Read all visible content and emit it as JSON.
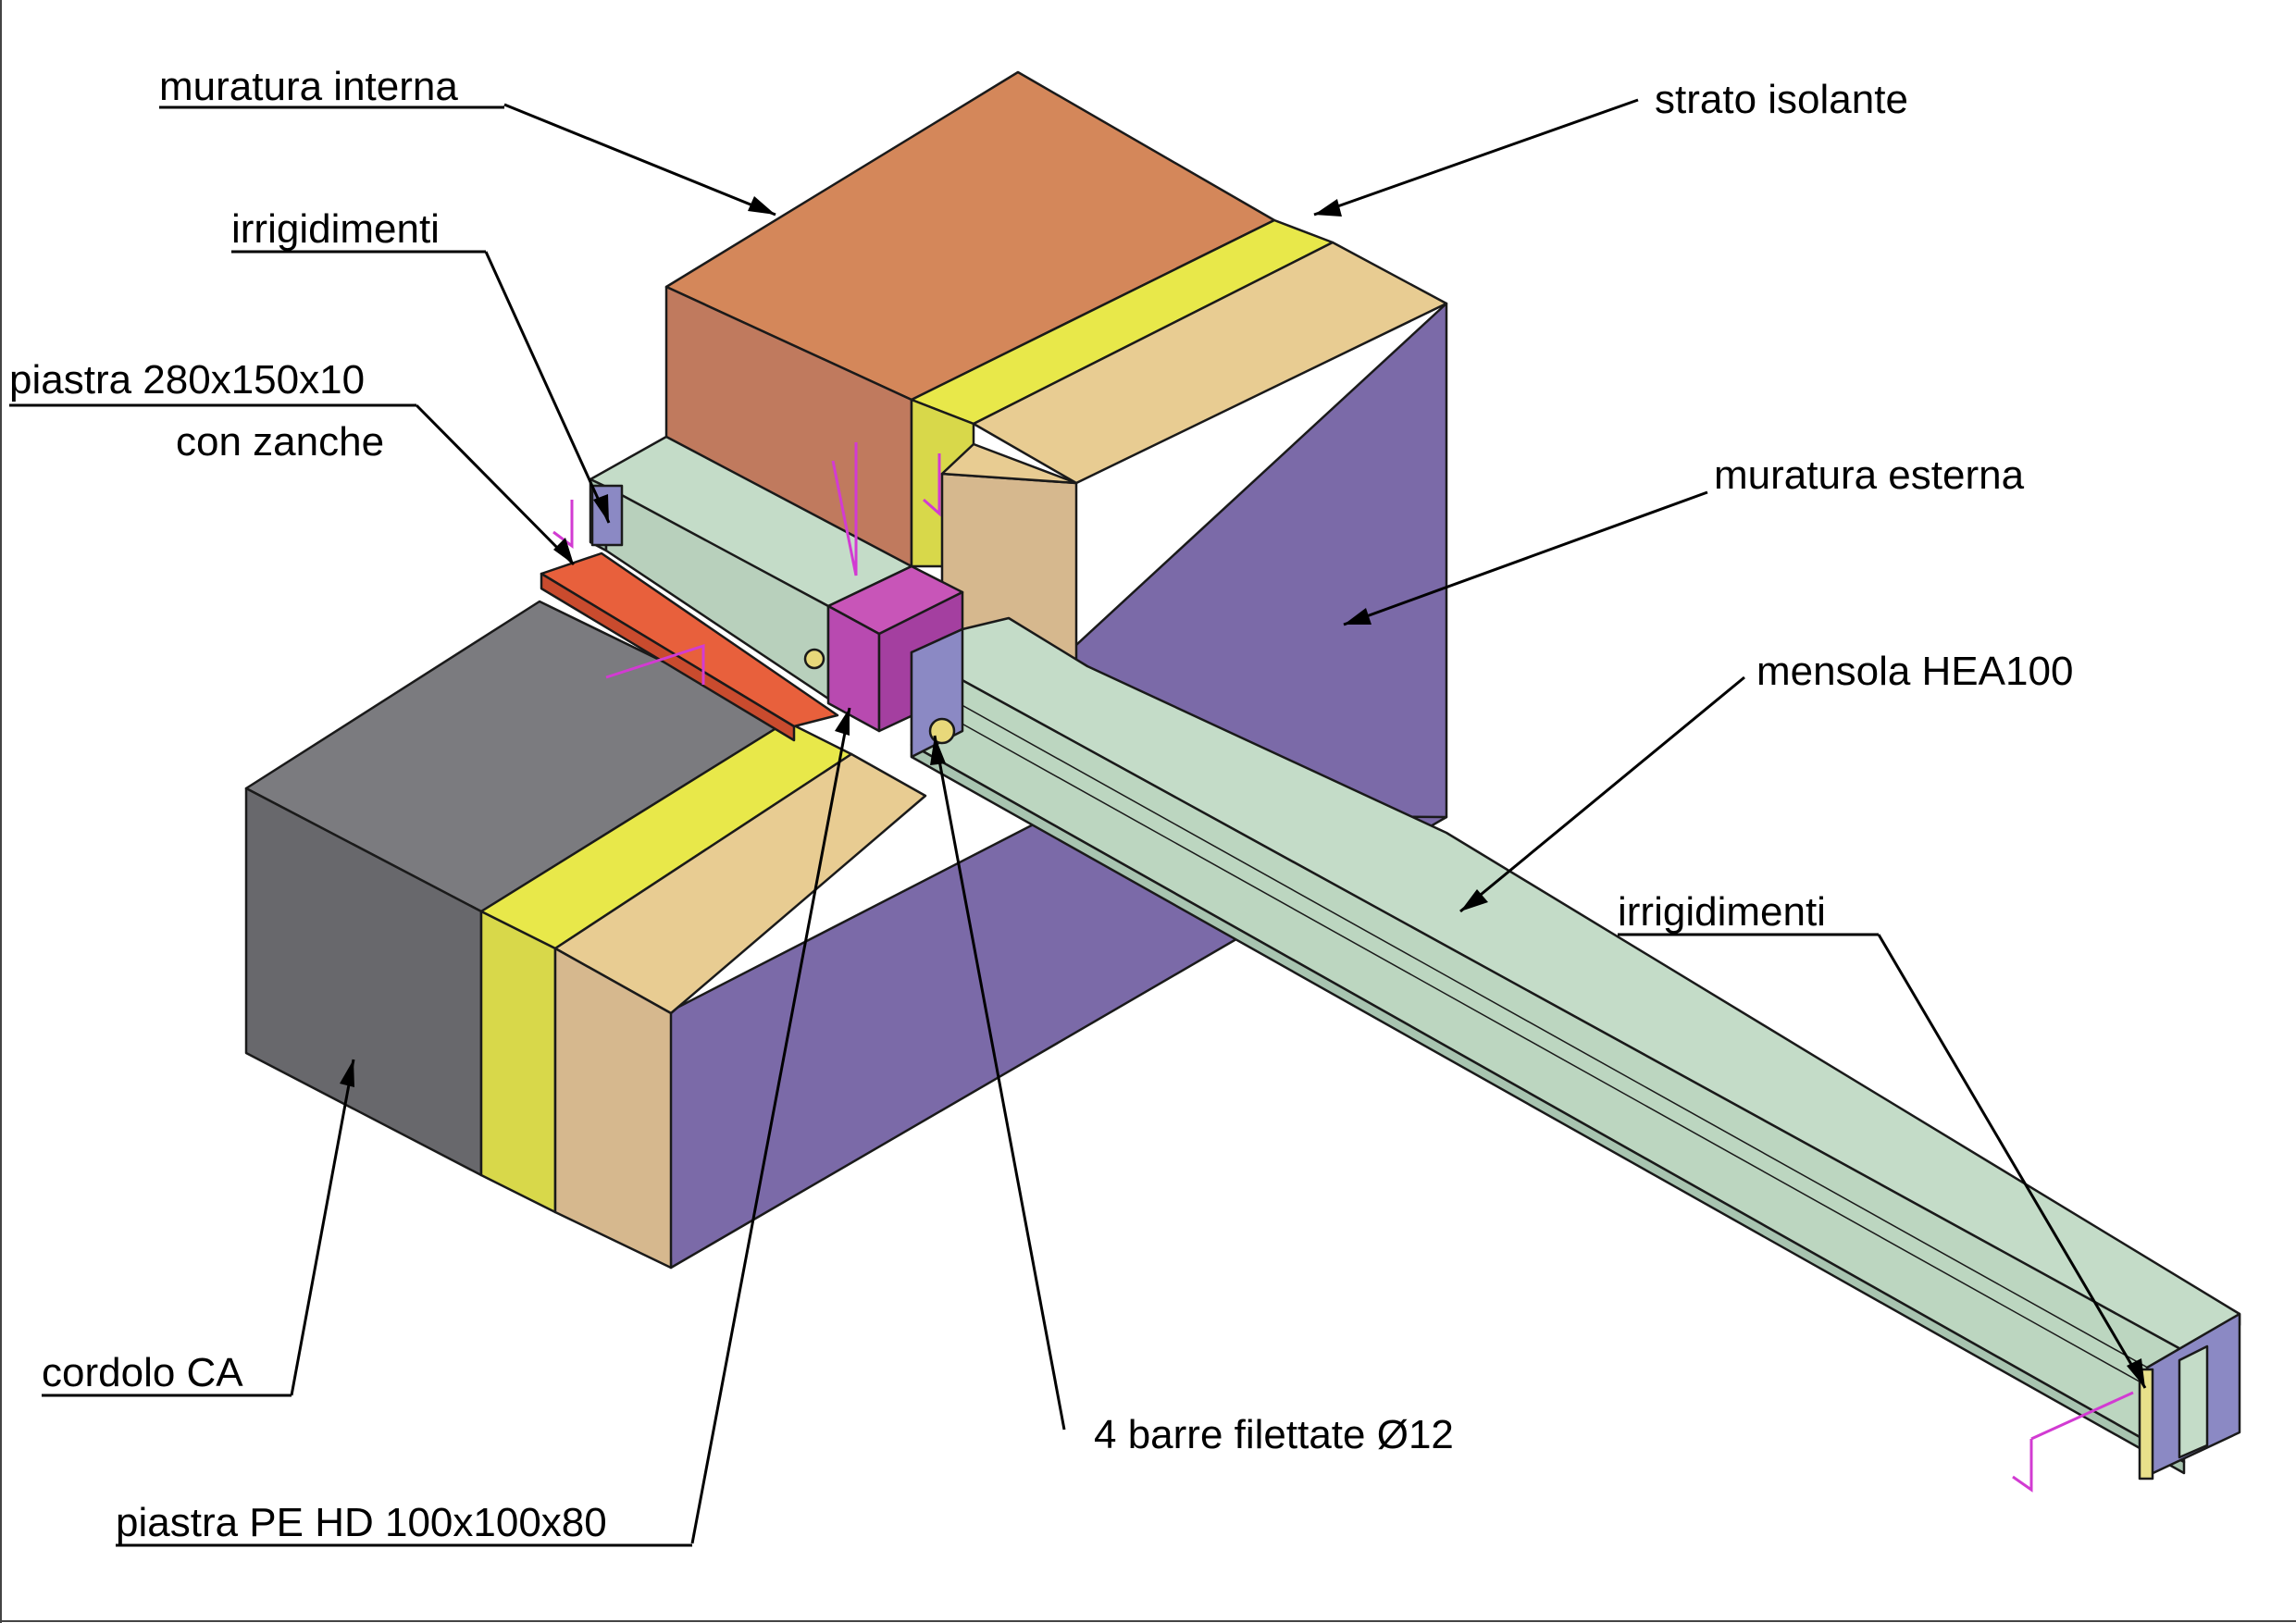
{
  "labels": {
    "muratura_interna": "muratura interna",
    "strato_isolante": "strato isolante",
    "irrigidimenti_top": "irrigidimenti",
    "piastra_line1": "piastra 280x150x10",
    "piastra_line2": "con zanche",
    "muratura_esterna": "muratura esterna",
    "mensola": "mensola HEA100",
    "irrigidimenti_right": "irrigidimenti",
    "cordolo": "cordolo CA",
    "barre": "4 barre filettate Ø12",
    "piastra_pe": "piastra PE HD 100x100x80"
  },
  "colors": {
    "muratura_interna": "#d4875a",
    "strato_isolante": "#e8e84a",
    "muratura_esterna": "#7b6aa8",
    "rivestimento": "#e8cc92",
    "cordolo": "#7b7b7f",
    "acciaio": "#c4dcc8",
    "piastra_pe": "#b84ab0",
    "piastra_acciaio": "#e8603c",
    "saldature": "#d23bd2"
  }
}
